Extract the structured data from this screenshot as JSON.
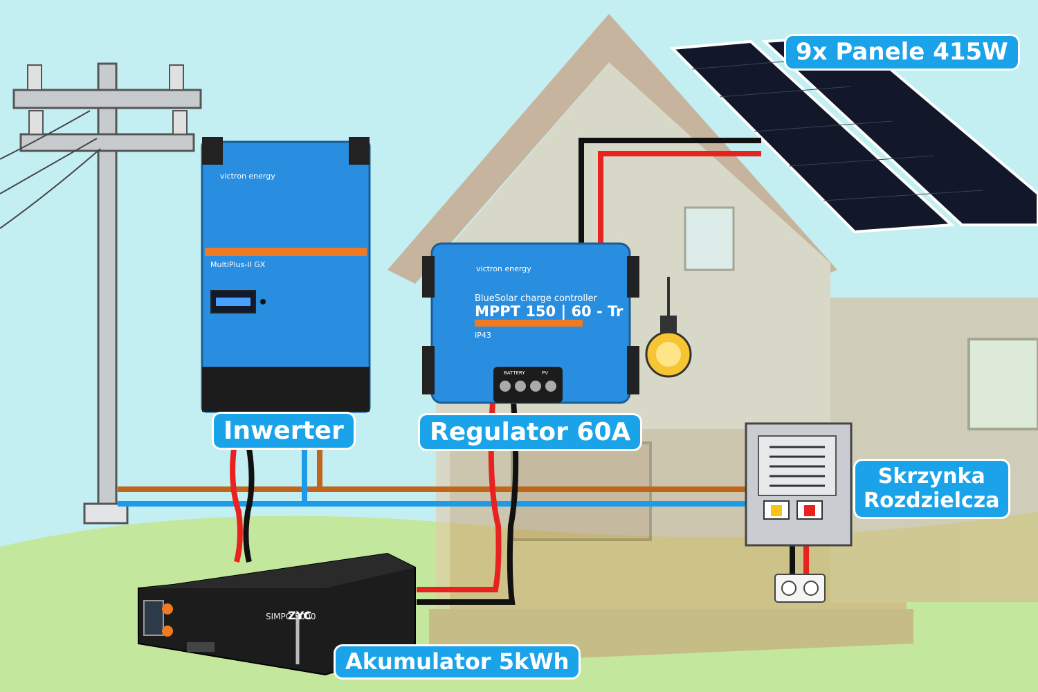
{
  "labels": {
    "panels": "9x Panele 415W",
    "inverter": "Inwerter",
    "regulator": "Regulator 60A",
    "distribution_box_line1": "Skrzynka",
    "distribution_box_line2": "Rozdzielcza",
    "battery": "Akumulator 5kWh"
  },
  "inverter": {
    "brand": "victron energy",
    "model": "MultiPlus-II GX"
  },
  "regulator": {
    "brand": "victron energy",
    "subtitle": "BlueSolar charge controller",
    "model": "MPPT 150 | 60 - Tr",
    "rating": "IP43",
    "terminal_battery": "BATTERY",
    "terminal_pv": "PV"
  },
  "battery": {
    "brand": "SIMPO 5000",
    "logo": "ZYC"
  },
  "colors": {
    "badge": "#1aa3e8",
    "sky": "#bfeef0",
    "grass": "#bfe39a",
    "wire_positive": "#e8231f",
    "wire_negative": "#111111",
    "wire_ac_live": "#c0651c",
    "wire_ac_neutral": "#1e9be6",
    "device_blue": "#2a8ee0"
  }
}
